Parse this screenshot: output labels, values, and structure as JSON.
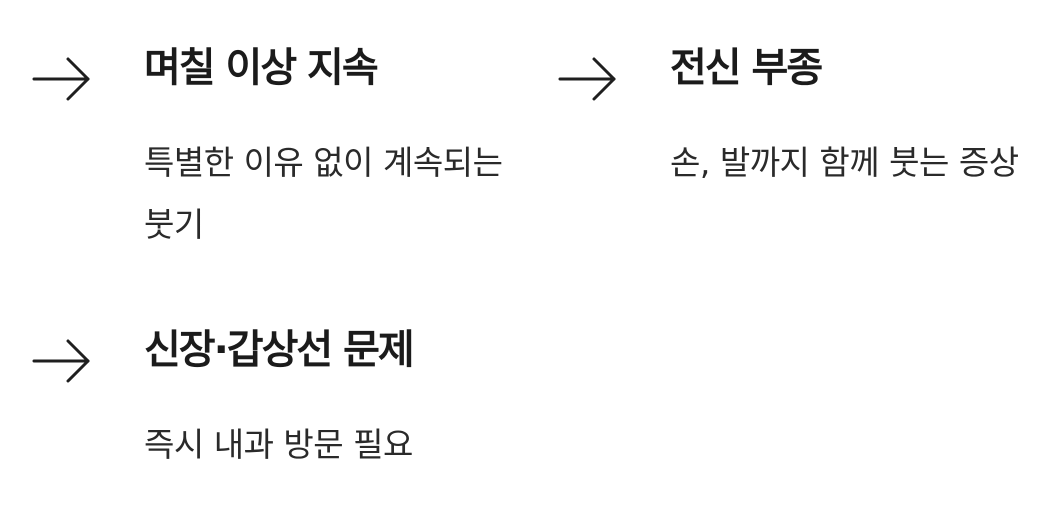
{
  "items": [
    {
      "title": "며칠 이상 지속",
      "desc": "특별한 이유 없이 계속되는 붓기",
      "icon": "arrow-right-icon"
    },
    {
      "title": "전신 부종",
      "desc": "손, 발까지 함께 붓는 증상",
      "icon": "arrow-right-icon"
    },
    {
      "title": "신장·갑상선 문제",
      "desc": "즉시 내과 방문 필요",
      "icon": "arrow-right-icon"
    }
  ],
  "colors": {
    "text": "#1f1f1f",
    "background": "#ffffff"
  }
}
